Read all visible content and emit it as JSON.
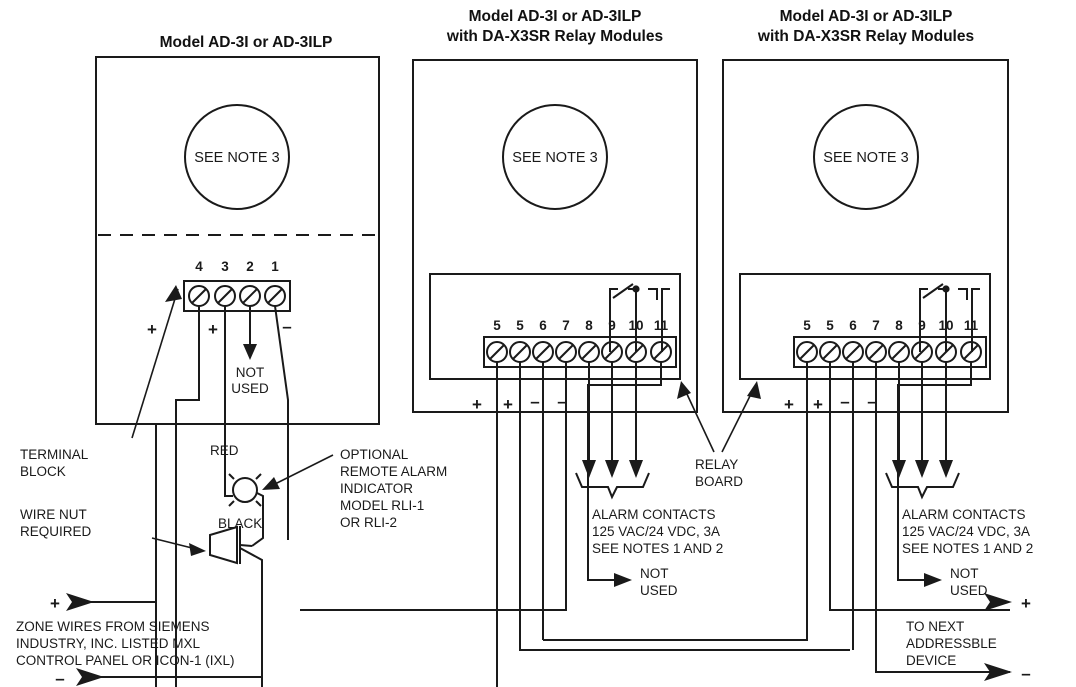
{
  "diagram": {
    "title_icon": "wiring-diagram",
    "panels": [
      {
        "id": "panel-1",
        "title_line1": "Model AD-3I or AD-3ILP",
        "title_line2": "",
        "detector_note": "SEE NOTE 3",
        "terminals": [
          "4",
          "3",
          "2",
          "1"
        ],
        "polarities": [
          "+",
          "+",
          "",
          "–"
        ],
        "not_used": "NOT\nUSED"
      },
      {
        "id": "panel-2",
        "title_line1": "Model AD-3I or AD-3ILP",
        "title_line2": "with DA-X3SR Relay Modules",
        "detector_note": "SEE NOTE 3",
        "terminals": [
          "5",
          "5",
          "6",
          "7",
          "8",
          "9",
          "10",
          "11"
        ],
        "polarities": [
          "+",
          "+",
          "–",
          "–",
          "",
          "",
          "",
          ""
        ],
        "alarm_contacts": [
          "ALARM CONTACTS",
          "125 VAC/24 VDC, 3A",
          "SEE NOTES 1 AND 2"
        ],
        "not_used": [
          "NOT",
          "USED"
        ]
      },
      {
        "id": "panel-3",
        "title_line1": "Model AD-3I or AD-3ILP",
        "title_line2": "with DA-X3SR Relay Modules",
        "detector_note": "SEE NOTE 3",
        "terminals": [
          "5",
          "5",
          "6",
          "7",
          "8",
          "9",
          "10",
          "11"
        ],
        "polarities": [
          "+",
          "+",
          "–",
          "–",
          "",
          "",
          "",
          ""
        ],
        "alarm_contacts": [
          "ALARM CONTACTS",
          "125 VAC/24 VDC, 3A",
          "SEE NOTES 1 AND 2"
        ],
        "not_used": [
          "NOT",
          "USED"
        ]
      }
    ],
    "callouts": {
      "terminal_block": [
        "TERMINAL",
        "BLOCK"
      ],
      "wire_nut": [
        "WIRE NUT",
        "REQUIRED"
      ],
      "red_wire": "RED",
      "black_wire": "BLACK",
      "remote_indicator": [
        "OPTIONAL",
        "REMOTE ALARM",
        "INDICATOR",
        "MODEL RLI-1",
        "OR RLI-2"
      ],
      "relay_board": [
        "RELAY",
        "BOARD"
      ],
      "not_used_single": [
        "NOT",
        "USED"
      ]
    },
    "zone_wires": {
      "lines": [
        "ZONE WIRES FROM SIEMENS",
        "INDUSTRY, INC. LISTED MXL",
        "CONTROL PANEL OR ICON-1 (IXL)"
      ],
      "plus": "+",
      "minus": "–"
    },
    "next_device": {
      "lines": [
        "TO NEXT",
        "ADDRESSBLE",
        "DEVICE"
      ],
      "plus": "+",
      "minus": "–"
    },
    "colors": {
      "ink": "#1a1a1a",
      "background": "#ffffff"
    }
  }
}
